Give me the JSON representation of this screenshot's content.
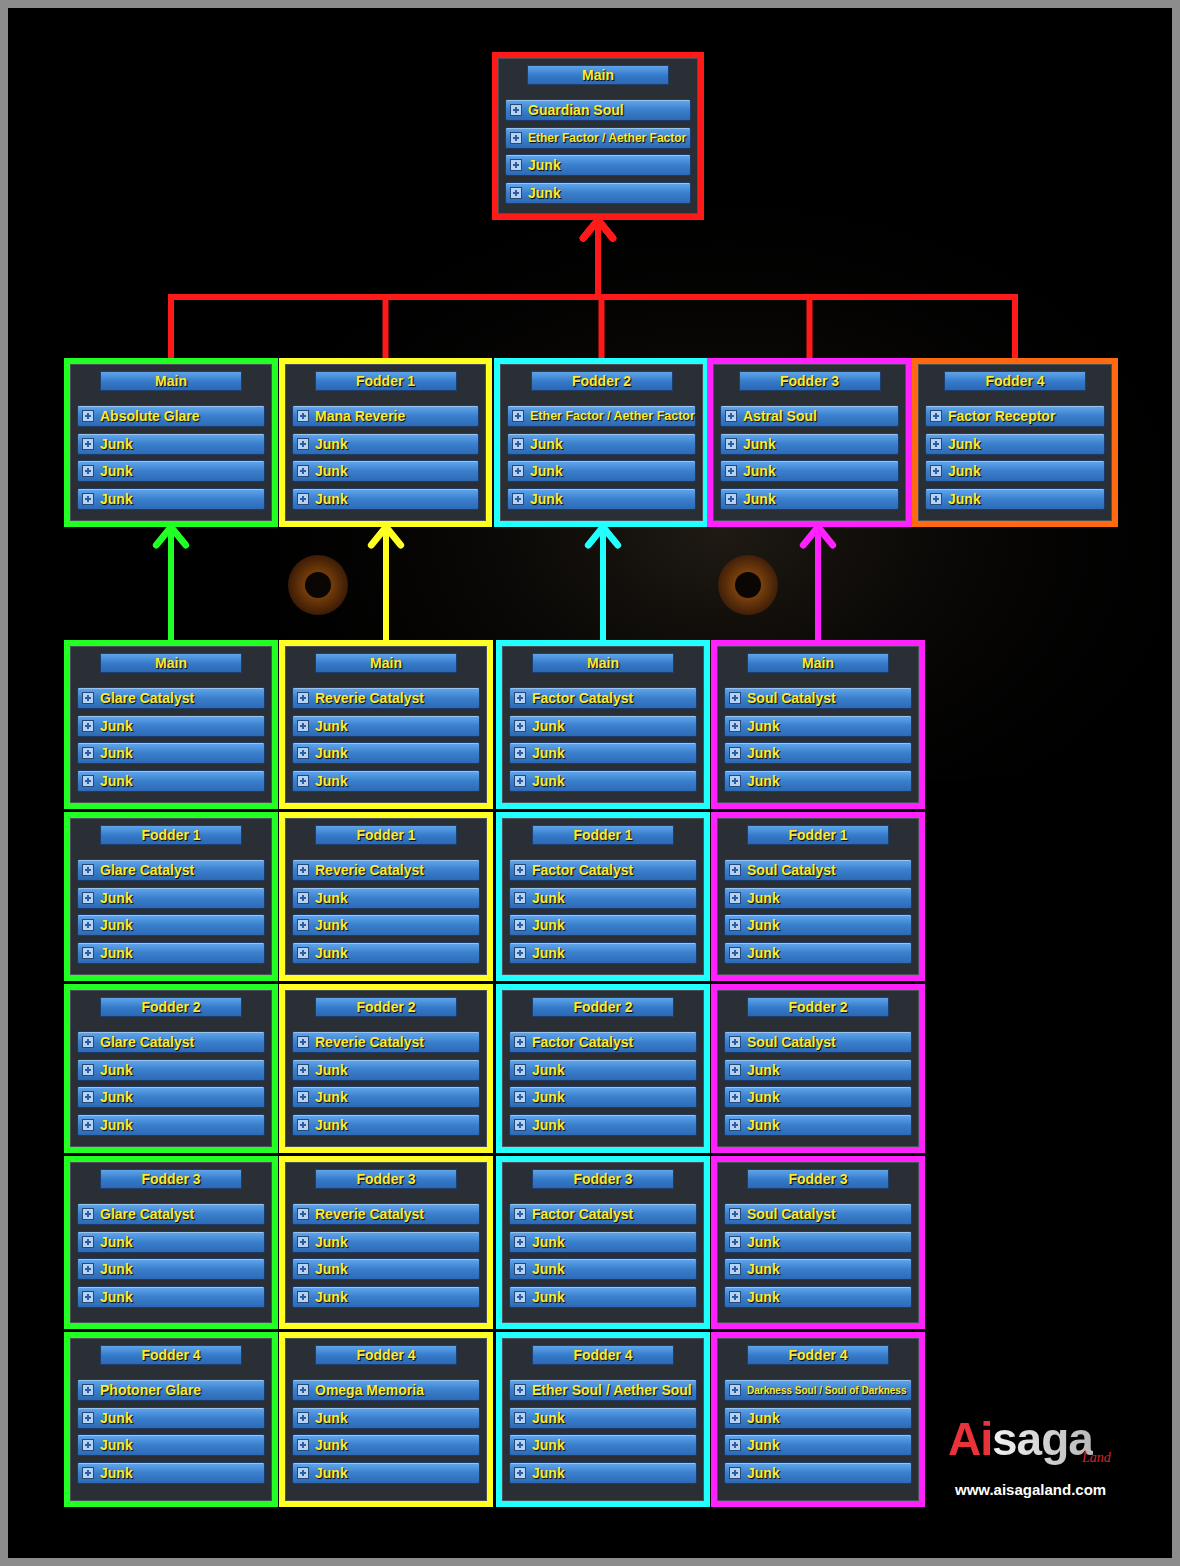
{
  "diagram": {
    "nodes": [
      {
        "text": [
          "Main",
          "Guardian Soul",
          "Ether Factor / Aether Factor",
          "Junk",
          "Junk"
        ]
      },
      {
        "text": [
          "Main",
          "Absolute Glare",
          "Junk",
          "Junk",
          "Junk"
        ]
      },
      {
        "text": [
          "Fodder 1",
          "Mana Reverie",
          "Junk",
          "Junk",
          "Junk"
        ]
      },
      {
        "text": [
          "Fodder 2",
          "Ether Factor / Aether Factor",
          "Junk",
          "Junk",
          "Junk"
        ]
      },
      {
        "text": [
          "Fodder 3",
          "Astral Soul",
          "Junk",
          "Junk",
          "Junk"
        ]
      },
      {
        "text": [
          "Fodder 4",
          "Factor Receptor",
          "Junk",
          "Junk",
          "Junk"
        ]
      },
      {
        "text": [
          "Main",
          "Glare Catalyst",
          "Junk",
          "Junk",
          "Junk"
        ]
      },
      {
        "text": [
          "Main",
          "Reverie Catalyst",
          "Junk",
          "Junk",
          "Junk"
        ]
      },
      {
        "text": [
          "Main",
          "Factor Catalyst",
          "Junk",
          "Junk",
          "Junk"
        ]
      },
      {
        "text": [
          "Main",
          "Soul Catalyst",
          "Junk",
          "Junk",
          "Junk"
        ]
      },
      {
        "text": [
          "Fodder 1",
          "Glare Catalyst",
          "Junk",
          "Junk",
          "Junk"
        ]
      },
      {
        "text": [
          "Fodder 1",
          "Reverie Catalyst",
          "Junk",
          "Junk",
          "Junk"
        ]
      },
      {
        "text": [
          "Fodder 1",
          "Factor Catalyst",
          "Junk",
          "Junk",
          "Junk"
        ]
      },
      {
        "text": [
          "Fodder 1",
          "Soul Catalyst",
          "Junk",
          "Junk",
          "Junk"
        ]
      },
      {
        "text": [
          "Fodder 2",
          "Glare Catalyst",
          "Junk",
          "Junk",
          "Junk"
        ]
      },
      {
        "text": [
          "Fodder 2",
          "Reverie Catalyst",
          "Junk",
          "Junk",
          "Junk"
        ]
      },
      {
        "text": [
          "Fodder 2",
          "Factor Catalyst",
          "Junk",
          "Junk",
          "Junk"
        ]
      },
      {
        "text": [
          "Fodder 2",
          "Soul Catalyst",
          "Junk",
          "Junk",
          "Junk"
        ]
      },
      {
        "text": [
          "Fodder 3",
          "Glare Catalyst",
          "Junk",
          "Junk",
          "Junk"
        ]
      },
      {
        "text": [
          "Fodder 3",
          "Reverie Catalyst",
          "Junk",
          "Junk",
          "Junk"
        ]
      },
      {
        "text": [
          "Fodder 3",
          "Factor Catalyst",
          "Junk",
          "Junk",
          "Junk"
        ]
      },
      {
        "text": [
          "Fodder 3",
          "Soul Catalyst",
          "Junk",
          "Junk",
          "Junk"
        ]
      },
      {
        "text": [
          "Fodder 4",
          "Photoner Glare",
          "Junk",
          "Junk",
          "Junk"
        ]
      },
      {
        "text": [
          "Fodder 4",
          "Omega Memoria",
          "Junk",
          "Junk",
          "Junk"
        ]
      },
      {
        "text": [
          "Fodder 4",
          "Ether Soul / Aether Soul",
          "Junk",
          "Junk",
          "Junk"
        ]
      },
      {
        "text": [
          "Fodder 4",
          "Darkness Soul / Soul of Darkness",
          "Junk",
          "Junk",
          "Junk"
        ]
      }
    ],
    "edges": [
      {
        "from": 1,
        "to": 0,
        "arrow": "to"
      },
      {
        "from": 2,
        "to": 0,
        "arrow": "to"
      },
      {
        "from": 3,
        "to": 0,
        "arrow": "to"
      },
      {
        "from": 4,
        "to": 0,
        "arrow": "to"
      },
      {
        "from": 5,
        "to": 0,
        "arrow": "to"
      },
      {
        "from": 6,
        "to": 1,
        "arrow": "to"
      },
      {
        "from": 7,
        "to": 2,
        "arrow": "to"
      },
      {
        "from": 8,
        "to": 3,
        "arrow": "to"
      },
      {
        "from": 9,
        "to": 4,
        "arrow": "to"
      }
    ],
    "labels": [
      "Aisaga",
      "Land",
      "www.aisagaland.com"
    ]
  }
}
